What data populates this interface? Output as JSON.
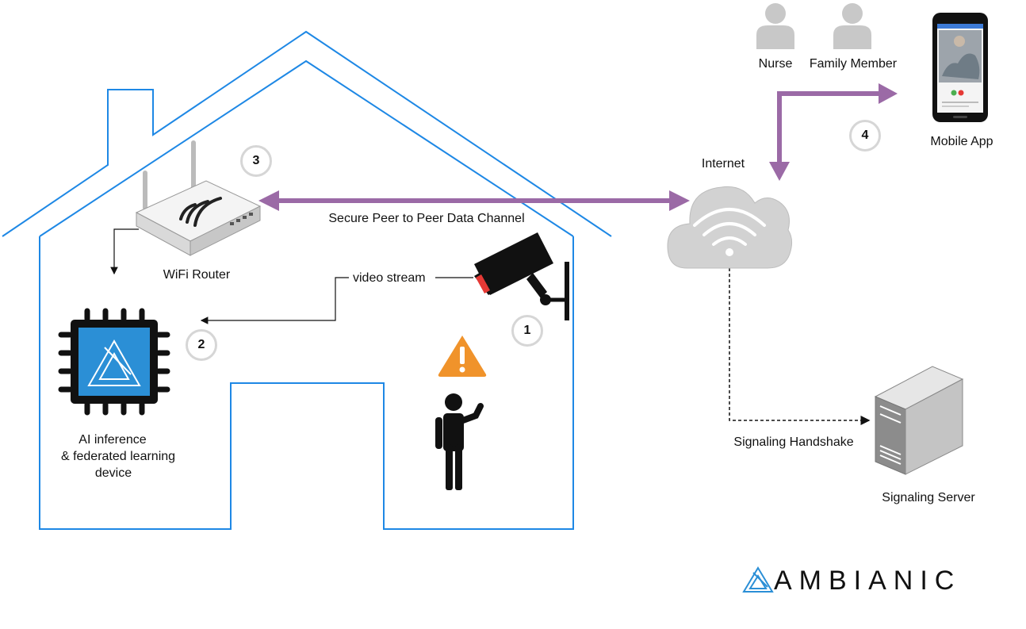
{
  "labels": {
    "nurse": "Nurse",
    "family_member": "Family Member",
    "mobile_app": "Mobile App",
    "internet": "Internet",
    "secure_channel": "Secure Peer to Peer Data Channel",
    "wifi_router": "WiFi Router",
    "video_stream": "video stream",
    "ai_device_line1": "AI inference",
    "ai_device_line2": "& federated learning",
    "ai_device_line3": "device",
    "signaling_handshake": "Signaling Handshake",
    "signaling_server": "Signaling Server"
  },
  "steps": [
    "1",
    "2",
    "3",
    "4"
  ],
  "brand": {
    "name": "AMBIANIC"
  },
  "colors": {
    "house_outline": "#1e88e5",
    "data_channel": "#9b6aa6",
    "warning": "#f0932b",
    "camera_led": "#e53935",
    "chip_blue": "#2b8fd6"
  },
  "icons": [
    "person-icon",
    "router-icon",
    "camera-icon",
    "chip-icon",
    "warning-icon",
    "cloud-icon",
    "server-icon",
    "phone-icon",
    "ambianic-logo-icon"
  ]
}
